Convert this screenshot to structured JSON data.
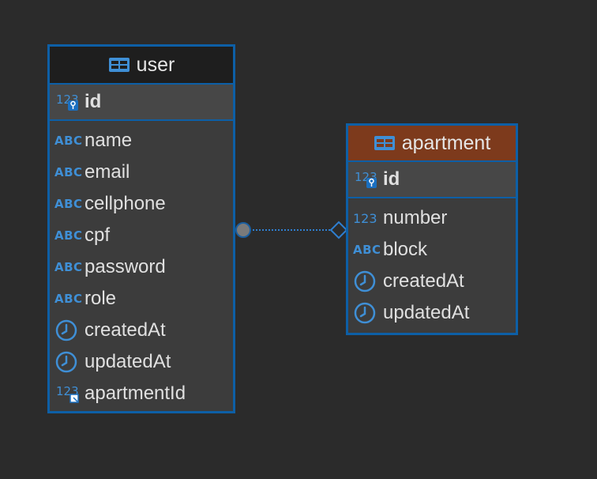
{
  "colors": {
    "background": "#2b2b2b",
    "entity_border": "#0d5fa6",
    "user_header": "#1e1e1e",
    "apartment_header": "#7d3a1c",
    "icon_blue": "#3f8fd6",
    "text": "#e0e0e0"
  },
  "user": {
    "title": "user",
    "pk": {
      "name": "id",
      "type_icon": "123-key-icon",
      "type_label": "123"
    },
    "columns": [
      {
        "name": "name",
        "type_icon": "abc-icon",
        "type_label": "ABC"
      },
      {
        "name": "email",
        "type_icon": "abc-icon",
        "type_label": "ABC"
      },
      {
        "name": "cellphone",
        "type_icon": "abc-icon",
        "type_label": "ABC"
      },
      {
        "name": "cpf",
        "type_icon": "abc-icon",
        "type_label": "ABC"
      },
      {
        "name": "password",
        "type_icon": "abc-icon",
        "type_label": "ABC"
      },
      {
        "name": "role",
        "type_icon": "abc-icon",
        "type_label": "ABC"
      },
      {
        "name": "createdAt",
        "type_icon": "clock-icon"
      },
      {
        "name": "updatedAt",
        "type_icon": "clock-icon"
      },
      {
        "name": "apartmentId",
        "type_icon": "123-fk-icon",
        "type_label": "123"
      }
    ]
  },
  "apartment": {
    "title": "apartment",
    "pk": {
      "name": "id",
      "type_icon": "123-key-icon",
      "type_label": "123"
    },
    "columns": [
      {
        "name": "number",
        "type_icon": "123-icon",
        "type_label": "123"
      },
      {
        "name": "block",
        "type_icon": "abc-icon",
        "type_label": "ABC"
      },
      {
        "name": "createdAt",
        "type_icon": "clock-icon"
      },
      {
        "name": "updatedAt",
        "type_icon": "clock-icon"
      }
    ]
  },
  "relation": {
    "from": "user",
    "to": "apartment",
    "line_style": "dotted"
  }
}
